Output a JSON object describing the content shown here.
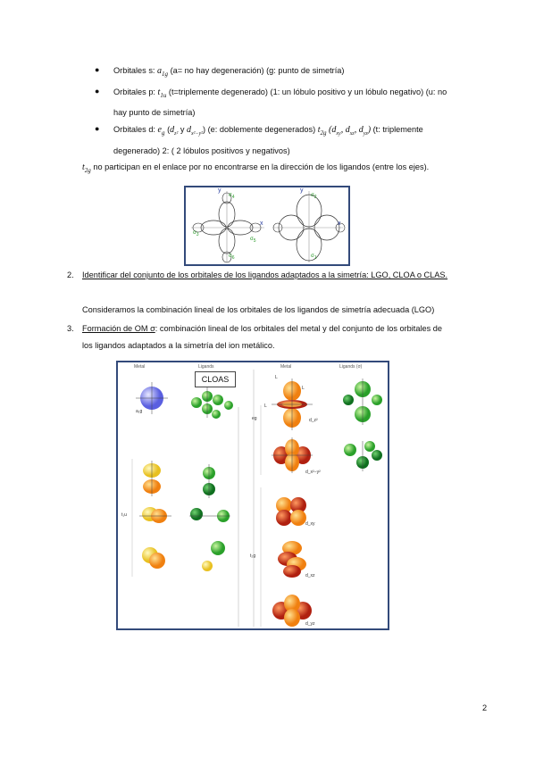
{
  "bullets": [
    {
      "label": "Orbitales s:",
      "sym": "a",
      "sub": "1g",
      "rest": "(a= no hay degeneración) (g: punto de simetría)"
    },
    {
      "label": "Orbitales p:",
      "sym": "t",
      "sub": "1u",
      "rest_line1": "(t=triplemente degenerado) (1: un lóbulo positivo y un lóbulo negativo) (u: no",
      "rest_line2": "hay punto de simetría)"
    },
    {
      "label": "Orbitales d:",
      "eg_sym": "e",
      "eg_sub": "g",
      "eg_paren_open": "(",
      "dz2": "d",
      "dz2_sub": "z²",
      "and": "y",
      "dx2y2": "d",
      "dx2y2_sub": "x²−y²",
      "eg_paren_close": ")",
      "eg_rest": "(e: doblemente degenerados)",
      "t2g_sym": "t",
      "t2g_sub": "2g",
      "t2g_list": "(d",
      "dxy_sub": "xy",
      "comma1": ", d",
      "dxz_sub": "xz",
      "comma2": ", d",
      "dyz_sub": "yz",
      "t2g_close": ")",
      "t2g_rest": "(t: triplemente",
      "line2": "degenerado) 2: ( 2 lóbulos positivos y negativos)"
    }
  ],
  "t2g_note": {
    "sym": "t",
    "sub": "2g",
    "text": "no participan en el enlace por no encontrarse en la dirección de los ligandos (entre los ejes)."
  },
  "fig1": {
    "axis_y": "y",
    "axis_x": "x",
    "sigma": "σ",
    "sigma_subs": [
      "4",
      "3",
      "5",
      "6",
      "2",
      "1"
    ]
  },
  "section2": {
    "number": "2.",
    "title": "Identificar del conjunto de los orbitales de los ligandos adaptados a la simetría: LGO, CLOA o CLAS."
  },
  "para": "Consideramos la combinación lineal de los orbitales de los ligandos de simetría adecuada (LGO)",
  "section3": {
    "number": "3.",
    "title": "Formación de OM σ",
    "text_line1": ": combinación lineal de los orbitales del metal y del conjunto de los orbitales de",
    "text_line2": "los ligandos adaptados a la simetría del ion metálico."
  },
  "fig2": {
    "col_metal": "Metal",
    "col_ligands": "Ligands",
    "col_metal2": "Metal",
    "col_ligands2": "Ligands (σ)",
    "cloas_label": "CLOAS",
    "lbl_a1g": "a₁g",
    "lbl_t1u": "t₁u",
    "lbl_eg": "eg",
    "lbl_t2g": "t₂g",
    "lbl_L": "L",
    "lbl_dz2": "d_z²",
    "lbl_dx2y2": "d_x²−y²",
    "lbl_dxy": "d_xy",
    "lbl_dxz": "d_xz",
    "lbl_dyz": "d_yz"
  },
  "page_number": "2",
  "colors": {
    "frame": "#334a7a",
    "green": "#3cbf3c",
    "orange": "#f39a1a",
    "red": "#c8351a",
    "yellow": "#f0d040",
    "blue": "#6d72e8"
  }
}
